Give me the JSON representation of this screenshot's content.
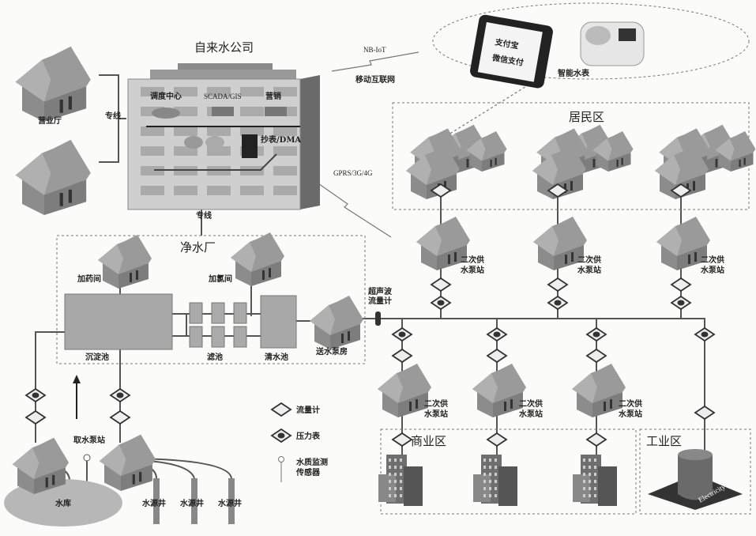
{
  "company": {
    "title": "自来水公司",
    "dispatch_center": "调度中心",
    "scada_gis": "SCADA/GIS",
    "marketing": "营销",
    "meter_reading_dma": "抄表/DMA"
  },
  "business_hall": {
    "label": "营业厅",
    "link_label": "专线"
  },
  "plant_link_label": "专线",
  "wireless": {
    "nb_iot": "NB-IoT",
    "mobile_internet": "移动互联网",
    "cellular": "GPRS/3G/4G"
  },
  "smart_meter_group": {
    "phone_apps": [
      "支付宝",
      "微信支付"
    ],
    "smart_meter_label": "智能水表"
  },
  "residential": {
    "title": "居民区"
  },
  "plant": {
    "title": "净水厂",
    "dosing_room": "加药间",
    "chlorination_room": "加氯间",
    "sedimentation_tank": "沉淀池",
    "filter": "滤池",
    "clear_water_tank": "清水池",
    "pump_house": "送水泵房"
  },
  "ultrasonic_meter": {
    "line1": "超声波",
    "line2": "流量计"
  },
  "secondary_pump_station": {
    "line1": "二次供",
    "line2": "水泵站"
  },
  "commercial": {
    "title": "商业区"
  },
  "industrial": {
    "title": "工业区",
    "tank_text": "Electricity"
  },
  "intake": {
    "pump_station": "取水泵站",
    "reservoir": "水库",
    "wells": [
      "水源井",
      "水源井",
      "水源井"
    ]
  },
  "legend": {
    "flow_meter": "流量计",
    "pressure_gauge": "压力表",
    "water_quality_sensor_line1": "水质监测",
    "water_quality_sensor_line2": "传感器"
  },
  "colors": {
    "house_roof": "#9a9a9a",
    "house_wall": "#7d7d7d",
    "pipe": "#555555",
    "tank": "#a8a8a8"
  }
}
